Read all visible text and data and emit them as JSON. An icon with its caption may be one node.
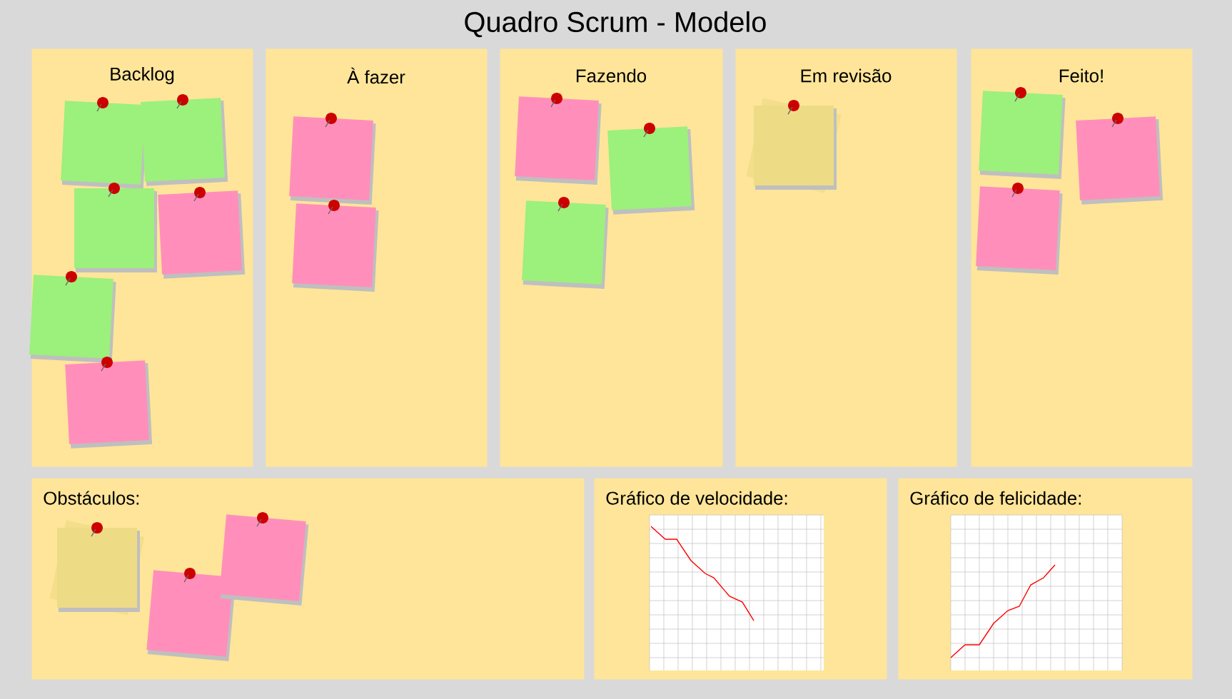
{
  "diagram": {
    "title": "Quadro Scrum - Modelo",
    "nodes": [
      {
        "text": [
          "Backlog"
        ]
      },
      {
        "text": [
          "À fazer"
        ]
      },
      {
        "text": [
          "Fazendo"
        ]
      },
      {
        "text": [
          "Em revisão"
        ]
      },
      {
        "text": [
          "Feito!"
        ]
      },
      {
        "text": [
          "Obstáculos:"
        ]
      },
      {
        "text": [
          "Gráfico de velocidade:"
        ]
      },
      {
        "text": [
          "Gráfico de felicidade:"
        ]
      }
    ]
  }
}
